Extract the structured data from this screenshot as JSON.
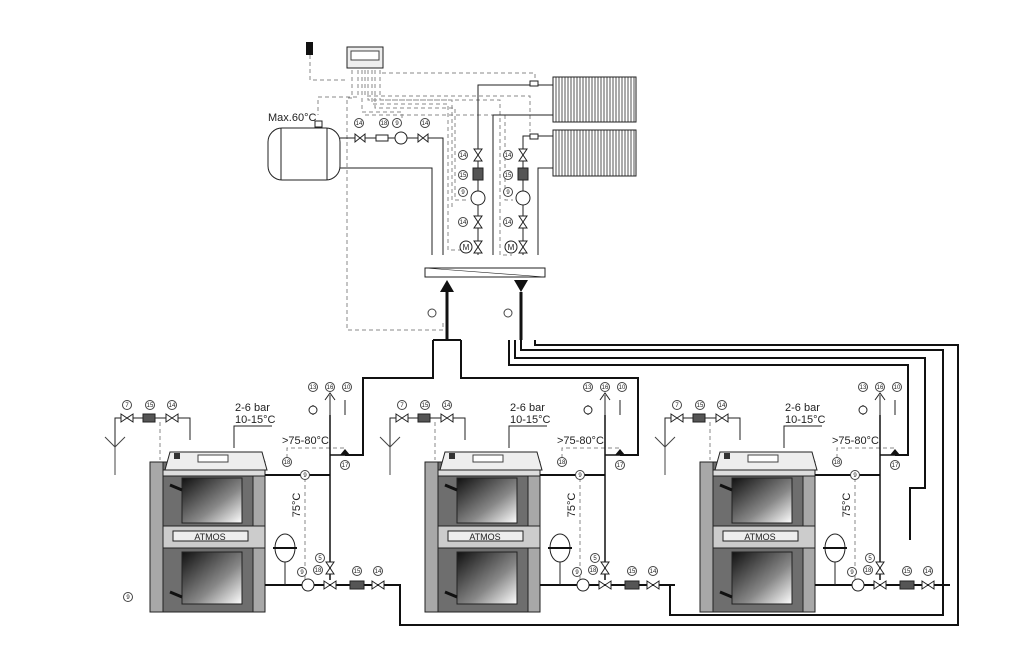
{
  "tank": {
    "max_temp": "Max.60°C"
  },
  "boiler": {
    "brand": "ATMOS",
    "pressure": "2-6 bar",
    "fill_temp": "10-15°C",
    "flow_temp": ">75-80°C",
    "return_temp": "75°C"
  },
  "part_numbers": {
    "sensor_a": "13",
    "vent": "16",
    "safety_valve": "10",
    "valve_ball": "17",
    "drain_valve": "7",
    "filter": "15",
    "ball_valve": "14",
    "pump": "9",
    "thermostat": "18",
    "mixing_valve": "5"
  },
  "colors": {
    "line": "#1a1a1a",
    "dashed": "#8a8a8a",
    "boiler_body": "#7a7a7a",
    "boiler_side": "#a8a8a8"
  }
}
